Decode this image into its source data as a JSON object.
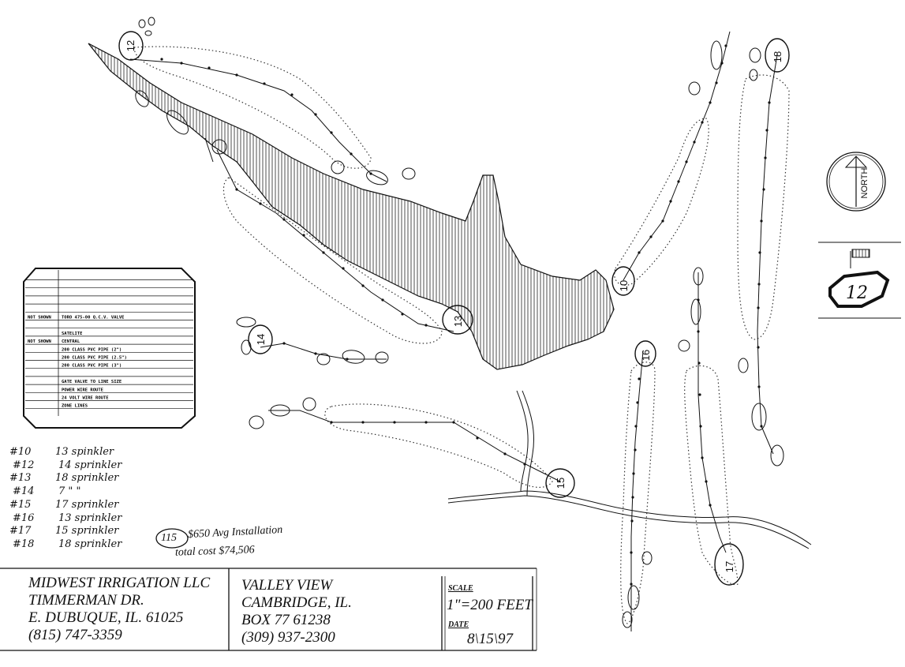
{
  "map": {
    "holes": [
      {
        "id": "hole-10",
        "label": "10"
      },
      {
        "id": "hole-12",
        "label": "12"
      },
      {
        "id": "hole-13",
        "label": "13"
      },
      {
        "id": "hole-14",
        "label": "14"
      },
      {
        "id": "hole-15",
        "label": "15"
      },
      {
        "id": "hole-16",
        "label": "16"
      },
      {
        "id": "hole-17",
        "label": "17"
      },
      {
        "id": "hole-18",
        "label": "18"
      }
    ],
    "north_label": "NORTH",
    "hole_callout": "12"
  },
  "legend": {
    "rows": [
      {
        "symbol": "",
        "text": ""
      },
      {
        "symbol": "",
        "text": ""
      },
      {
        "symbol": "",
        "text": ""
      },
      {
        "symbol": "",
        "text": ""
      },
      {
        "symbol": "",
        "text": ""
      },
      {
        "symbol": "NOT SHOWN",
        "text": "TORO 475-00 Q.C.V. VALVE"
      },
      {
        "symbol": "",
        "text": ""
      },
      {
        "symbol": "",
        "text": "SATELITE"
      },
      {
        "symbol": "NOT SHOWN",
        "text": "CENTRAL"
      },
      {
        "symbol": "",
        "text": "200 CLASS PVC PIPE (2\")"
      },
      {
        "symbol": "",
        "text": "200 CLASS PVC PIPE (2.5\")"
      },
      {
        "symbol": "",
        "text": "200 CLASS PVC PIPE (3\")"
      },
      {
        "symbol": "",
        "text": ""
      },
      {
        "symbol": "",
        "text": "GATE VALVE TO LINE SIZE"
      },
      {
        "symbol": "",
        "text": "POWER WIRE ROUTE"
      },
      {
        "symbol": "",
        "text": "24 VOLT WIRE ROUTE"
      },
      {
        "symbol": "",
        "text": "ZONE LINES"
      }
    ]
  },
  "notes": {
    "holes": [
      {
        "num": "#10",
        "count": "13 spinkler"
      },
      {
        "num": "#12",
        "count": "14 sprinkler"
      },
      {
        "num": "#13",
        "count": "18 sprinkler"
      },
      {
        "num": "#14",
        "count": "7 \" \""
      },
      {
        "num": "#15",
        "count": "17 sprinkler"
      },
      {
        "num": "#16",
        "count": "13 sprinkler"
      },
      {
        "num": "#17",
        "count": "15 sprinkler"
      },
      {
        "num": "#18",
        "count": "18 sprinkler"
      }
    ],
    "circled": "115",
    "avg_line": "$650 Avg Installation",
    "total_line": "total cost $74,506"
  },
  "title_block": {
    "company": {
      "name": "MIDWEST IRRIGATION LLC",
      "street": "TIMMERMAN DR.",
      "city": "E. DUBUQUE, IL. 61025",
      "phone": "(815) 747-3359"
    },
    "client": {
      "name": "VALLEY VIEW",
      "city": "CAMBRIDGE, IL.",
      "box": "BOX 77 61238",
      "phone": "(309) 937-2300"
    },
    "scale_label": "SCALE",
    "scale_value": "1\"=200 FEET",
    "date_label": "DATE",
    "date_value": "8\\15\\97"
  }
}
